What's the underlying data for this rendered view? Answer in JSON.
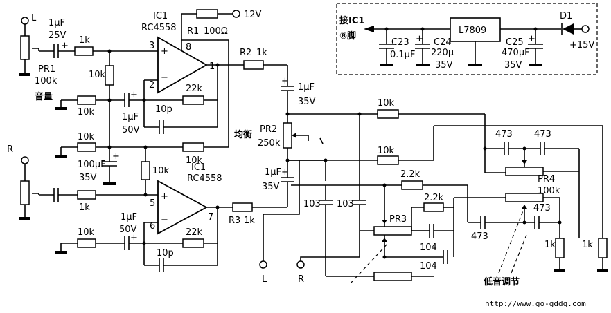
{
  "labels": {
    "in_left": "L",
    "in_right": "R",
    "pr1": "PR1",
    "pr1_val": "100k",
    "volume": "音量",
    "c_in_l": "1μF",
    "c_in_l_v": "25V",
    "r_in_l": "1k",
    "r_div_top": "10k",
    "r_fb_l_in": "10k",
    "r_mid1": "10k",
    "r_mid2": "10k",
    "r_div_bot": "10k",
    "r_in_r": "1k",
    "r_fb_r_in": "10k",
    "ic1_top": "IC1",
    "ic1_top_part": "RC4558",
    "pin3": "3",
    "pin2": "2",
    "pin8": "8",
    "pin1": "1",
    "ic1_bot": "IC1",
    "ic1_bot_part": "RC4558",
    "pin5": "5",
    "pin6": "6",
    "pin7": "7",
    "r1": "R1",
    "r1_val": "100Ω",
    "vcc": "12V",
    "r_fb_l": "22k",
    "c_fb_l": "10p",
    "c_l_1u": "1μF",
    "c_l_50v": "50V",
    "c_mid": "100μF",
    "c_mid_v": "35V",
    "r_fb_r": "22k",
    "c_fb_r": "10p",
    "c_r_1u": "1μF",
    "c_r_50v": "50V",
    "r2": "R2",
    "r2_val": "1k",
    "r3": "R3",
    "r3_val": "1k",
    "c_out_l": "1μF",
    "c_out_l_v": "35V",
    "c_out_r": "1μF",
    "c_out_r_v": "35V",
    "balance": "均衡",
    "pr2": "PR2",
    "pr2_val": "250k",
    "r_eq1": "10k",
    "r_eq2": "10k",
    "r_eq3": "2.2k",
    "r_eq4": "2.2k",
    "c103a": "103",
    "c103b": "103",
    "pr3": "PR3",
    "c104a": "104",
    "c104b": "104",
    "c473a": "473",
    "c473b": "473",
    "c473c": "473",
    "c473d": "473",
    "pr4": "PR4",
    "pr4_val": "100k",
    "r_out1": "1k",
    "r_out2": "1k",
    "bass": "低音调节",
    "out_l": "L",
    "out_r": "R",
    "psu_to_ic1": "接IC1",
    "psu_pin": "⑧脚",
    "c23": "C23",
    "c23_val": "0.1μF",
    "c24": "C24",
    "c24_val": "220μ",
    "c24_v": "35V",
    "reg": "L7809",
    "c25": "C25",
    "c25_val": "470μF",
    "c25_v": "35V",
    "d1": "D1",
    "vin": "+15V",
    "url": "http://www.go-gddq.com"
  }
}
